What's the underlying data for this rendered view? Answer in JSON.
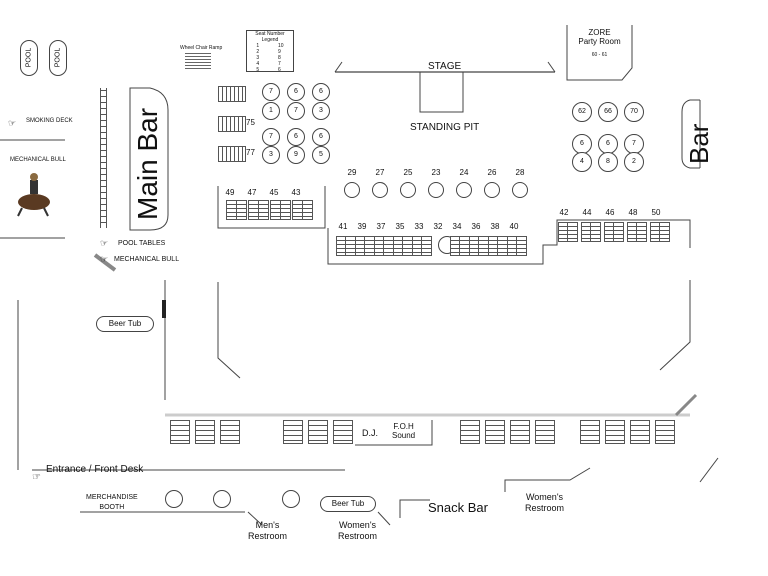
{
  "pools": [
    "POOL",
    "POOL"
  ],
  "smoking_deck": "SMOKING DECK",
  "mechanical_bull_area": "MECHANICAL BULL",
  "wheel_chair_ramp": "Wheel Chair Ramp",
  "seat_legend": {
    "title": "Seat Number Legend",
    "left": [
      "1",
      "2",
      "3",
      "4",
      "5"
    ],
    "right": [
      "10",
      "9",
      "8",
      "7",
      "6"
    ]
  },
  "zore": {
    "name": "ZORE",
    "sub": "Party Room",
    "range": "60 - 61"
  },
  "stage": "STAGE",
  "standing_pit": "STANDING PIT",
  "main_bar": "Main Bar",
  "bar": "Bar",
  "tables": {
    "left_rounds_row1": [
      "7",
      "6",
      "6"
    ],
    "left_rounds_row2": [
      "1",
      "7",
      "3"
    ],
    "left_rounds_row3": [
      "7",
      "6",
      "6"
    ],
    "left_rounds_row4": [
      "3",
      "9",
      "5"
    ],
    "left_side_labels": [
      "75",
      "77"
    ],
    "right_rounds_row1": [
      "62",
      "66",
      "70"
    ],
    "right_rounds_row2": [
      "6",
      "6",
      "7"
    ],
    "right_rounds_row3": [
      "4",
      "8",
      "2"
    ],
    "row_49": [
      "49",
      "47",
      "45",
      "43"
    ],
    "row_29": [
      "29",
      "27",
      "25",
      "23",
      "24",
      "26",
      "28"
    ],
    "row_41": [
      "41",
      "39",
      "37",
      "35",
      "33",
      "32",
      "34",
      "36",
      "38",
      "40"
    ],
    "row_42": [
      "42",
      "44",
      "46",
      "48",
      "50"
    ]
  },
  "pool_tables": "POOL TABLES",
  "mechanical_bull": "MECHANICAL BULL",
  "beer_tub_left": "Beer Tub",
  "dj": "D.J.",
  "foh": "F.O.H\nSound",
  "entrance": "Entrance / Front Desk",
  "merch": "MERCHANDISE\nBOOTH",
  "beer_tub_bottom": "Beer Tub",
  "mens": "Men's\nRestroom",
  "womens_bottom": "Women's\nRestroom",
  "snack_bar": "Snack Bar",
  "womens_right": "Women's\nRestroom",
  "colors": {
    "line": "#444444",
    "ramp": "#888888"
  }
}
